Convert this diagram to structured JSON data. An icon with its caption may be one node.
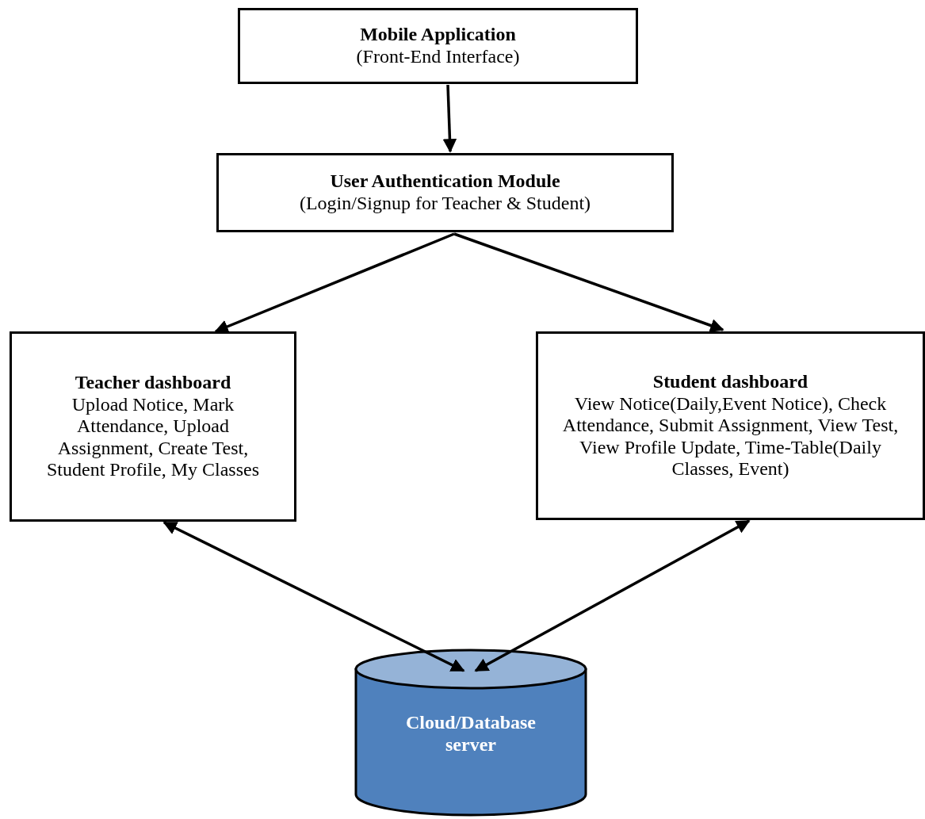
{
  "diagram": {
    "nodes": [
      {
        "text": [
          "Mobile Application",
          "(Front-End Interface)"
        ]
      },
      {
        "text": [
          "User Authentication Module",
          "(Login/Signup for Teacher & Student)"
        ]
      },
      {
        "text": [
          "Teacher dashboard",
          "Upload Notice, Mark Attendance, Upload Assignment, Create Test, Student Profile, My Classes"
        ]
      },
      {
        "text": [
          "Student dashboard",
          "View Notice(Daily,Event Notice), Check Attendance, Submit Assignment, View Test, View Profile Update, Time-Table(Daily Classes, Event)"
        ]
      },
      {
        "text": [
          "Cloud/Database server"
        ]
      }
    ],
    "edges": [
      {
        "from": 0,
        "to": 1,
        "arrow": "to"
      },
      {
        "from": 1,
        "to": 2,
        "arrow": "to"
      },
      {
        "from": 1,
        "to": 3,
        "arrow": "to"
      },
      {
        "from": 2,
        "to": 4,
        "arrow": "both"
      },
      {
        "from": 3,
        "to": 4,
        "arrow": "both"
      }
    ]
  }
}
